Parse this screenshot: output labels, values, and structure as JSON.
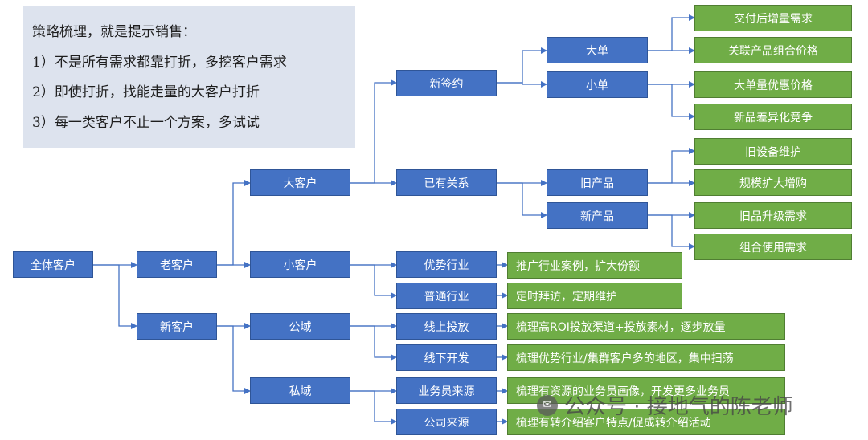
{
  "note": {
    "title": "策略梳理，就是提示销售：",
    "lines": [
      "1）不是所有需求都靠打折，多挖客户需求",
      "2）即使打折，找能走量的大客户打折",
      "3）每一类客户不止一个方案，多试试"
    ]
  },
  "tree": {
    "root": "全体客户",
    "old_customers": "老客户",
    "new_customers": "新客户",
    "large_customers": "大客户",
    "small_customers": "小客户",
    "public_domain": "公域",
    "private_domain": "私域",
    "new_contract": "新签约",
    "existing_relation": "已有关系",
    "big_order": "大单",
    "small_order": "小单",
    "old_product": "旧产品",
    "new_product": "新产品",
    "advantage_industry": "优势行业",
    "ordinary_industry": "普通行业",
    "online_ads": "线上投放",
    "offline_dev": "线下开发",
    "salesperson_source": "业务员来源",
    "company_source": "公司来源"
  },
  "actions": {
    "big_order_1": "交付后增量需求",
    "big_order_2": "关联产品组合价格",
    "small_order_1": "大单量优惠价格",
    "small_order_2": "新品差异化竞争",
    "old_product_1": "旧设备维护",
    "old_product_2": "规模扩大增购",
    "new_product_1": "旧品升级需求",
    "new_product_2": "组合使用需求",
    "advantage_industry": "推广行业案例，扩大份额",
    "ordinary_industry": "定时拜访，定期维护",
    "online_ads": "梳理高ROI投放渠道+投放素材，逐步放量",
    "offline_dev": "梳理优势行业/集群客户多的地区，集中扫荡",
    "salesperson_source": "梳理有资源的业务员画像，开发更多业务员",
    "company_source": "梳理有转介绍客户特点/促成转介绍活动"
  },
  "watermark": {
    "icon": "wechat-icon",
    "text": "公众号 · 接地气的陈老师"
  },
  "colors": {
    "node_blue": "#4472c4",
    "leaf_green": "#70ad47",
    "note_bg": "#dde3ee",
    "connector": "#4472c4"
  }
}
